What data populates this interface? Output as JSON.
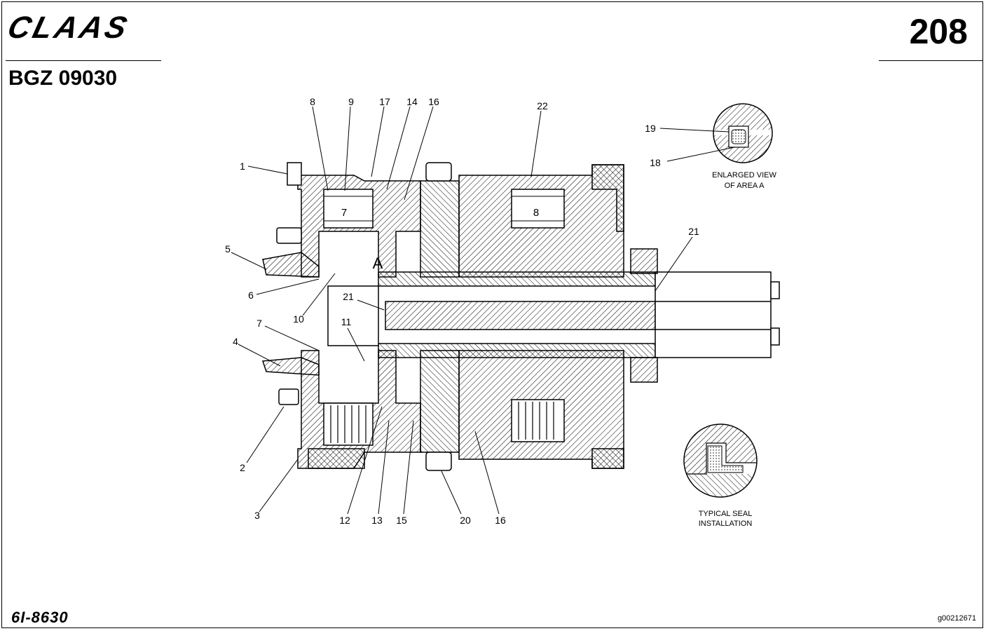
{
  "header": {
    "brand": "CLAAS",
    "document_code": "BGZ 09030",
    "page_number": "208"
  },
  "footer": {
    "part_number": "6I-8630",
    "image_ref": "g00212671"
  },
  "callouts": {
    "c1": "1",
    "c2": "2",
    "c3": "3",
    "c4": "4",
    "c5": "5",
    "c6": "6",
    "c7": "7",
    "c8": "8",
    "c9": "9",
    "c10": "10",
    "c11": "11",
    "c12": "12",
    "c13": "13",
    "c14": "14",
    "c15": "15",
    "c16a": "16",
    "c16b": "16",
    "c17": "17",
    "c18": "18",
    "c19": "19",
    "c20": "20",
    "c21a": "21",
    "c21b": "21",
    "c22": "22"
  },
  "inline_labels": {
    "pack_left": "7",
    "pack_right": "8",
    "area_marker": "A"
  },
  "notes": {
    "enlarged_line1": "ENLARGED VIEW",
    "enlarged_line2": "OF AREA A",
    "seal_line1": "TYPICAL SEAL",
    "seal_line2": "INSTALLATION"
  }
}
